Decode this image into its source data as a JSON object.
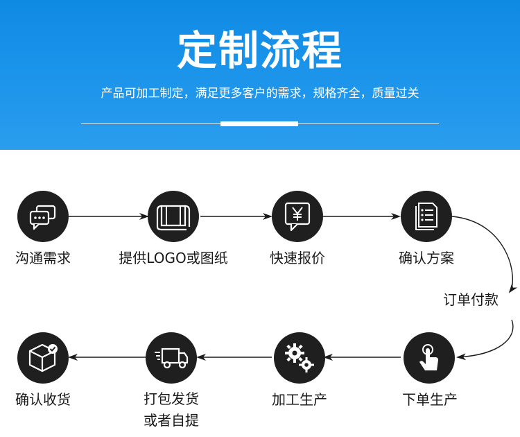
{
  "header": {
    "title": "定制流程",
    "subtitle": "产品可加工制定，满足更多客户的需求，规格齐全，质量过关",
    "accent_color": "#1a93ea"
  },
  "connector_label": "订单付款",
  "steps": [
    {
      "label": "沟通需求",
      "icon": "chat-bubble-icon"
    },
    {
      "label": "提供LOGO或图纸",
      "icon": "drawing-scroll-icon"
    },
    {
      "label": "快速报价",
      "icon": "yuan-price-icon"
    },
    {
      "label": "确认方案",
      "icon": "document-plan-icon"
    },
    {
      "label": "下单生产",
      "icon": "hand-tap-icon"
    },
    {
      "label": "加工生产",
      "icon": "gears-icon"
    },
    {
      "label": "打包发货",
      "label2": "或者自提",
      "icon": "delivery-truck-icon"
    },
    {
      "label": "确认收货",
      "icon": "package-check-icon"
    }
  ]
}
